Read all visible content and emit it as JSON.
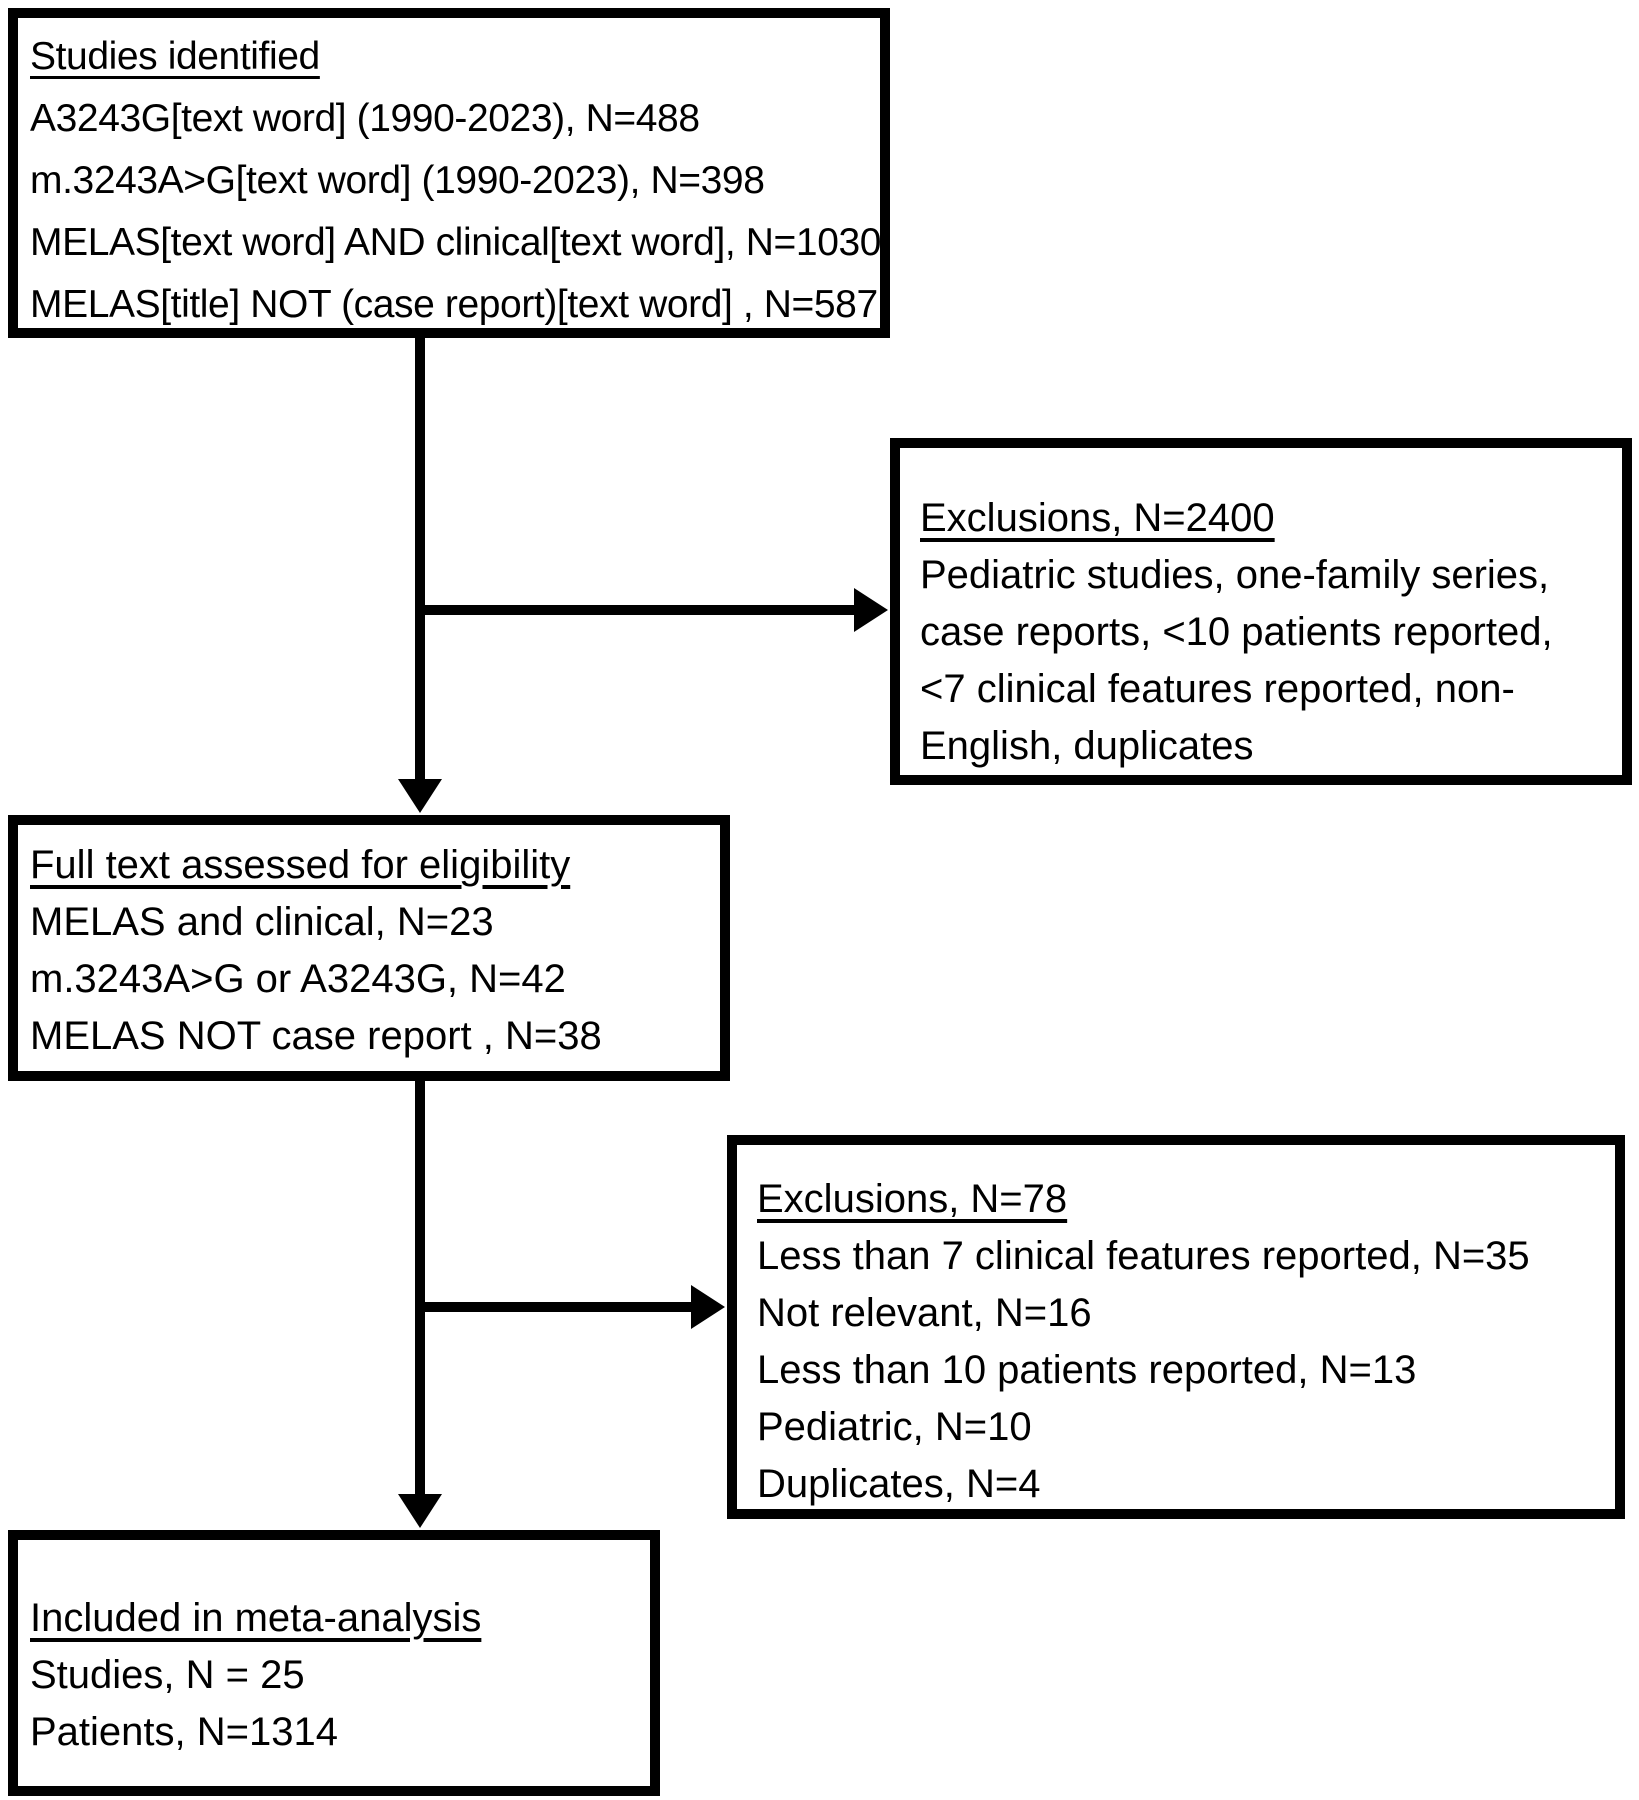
{
  "diagram": {
    "type": "flowchart",
    "description": "Study selection flow diagram for meta-analysis",
    "colors": {
      "background": "#ffffff",
      "border": "#000000",
      "text": "#000000",
      "connector": "#000000"
    }
  },
  "boxes": {
    "studies_identified": {
      "title": "Studies identified",
      "lines": [
        "A3243G[text word] (1990-2023), N=488",
        "m.3243A>G[text word] (1990-2023), N=398",
        "MELAS[text word] AND clinical[text word], N=1030",
        "MELAS[title] NOT (case report)[text word] , N=587"
      ]
    },
    "exclusions_first": {
      "title": "Exclusions, N=2400",
      "lines": [
        "Pediatric studies, one-family series,",
        "case reports, <10 patients reported,",
        "<7 clinical features reported, non-",
        "English, duplicates"
      ]
    },
    "full_text_assessed": {
      "title": "Full text assessed for eligibility",
      "lines": [
        "MELAS and clinical, N=23",
        "m.3243A>G or A3243G, N=42",
        "MELAS NOT case report , N=38"
      ]
    },
    "exclusions_second": {
      "title": "Exclusions, N=78",
      "lines": [
        "Less than 7 clinical features reported, N=35",
        "Not relevant, N=16",
        "Less than 10 patients reported, N=13",
        "Pediatric, N=10",
        "Duplicates, N=4"
      ]
    },
    "included": {
      "title": "Included in meta-analysis",
      "lines": [
        "Studies, N = 25",
        "Patients, N=1314"
      ]
    }
  }
}
